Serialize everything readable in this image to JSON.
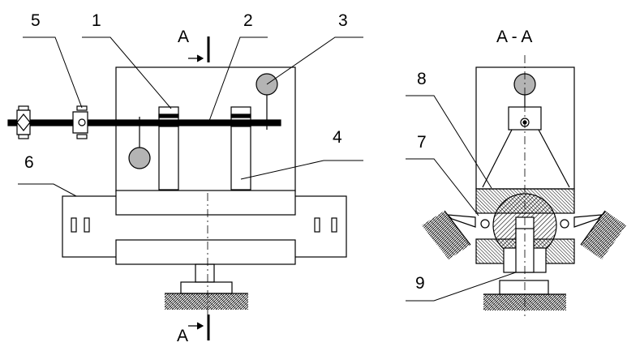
{
  "labels": {
    "part1": "1",
    "part2": "2",
    "part3": "3",
    "part4": "4",
    "part5": "5",
    "part6": "6",
    "part7": "7",
    "part8": "8",
    "part9": "9",
    "section_top": "A",
    "section_bottom": "A",
    "section_title": "A - A"
  },
  "colors": {
    "line": "#000000",
    "fill_gray": "#b4b4b4",
    "hatch": "#000000",
    "background": "#ffffff"
  }
}
